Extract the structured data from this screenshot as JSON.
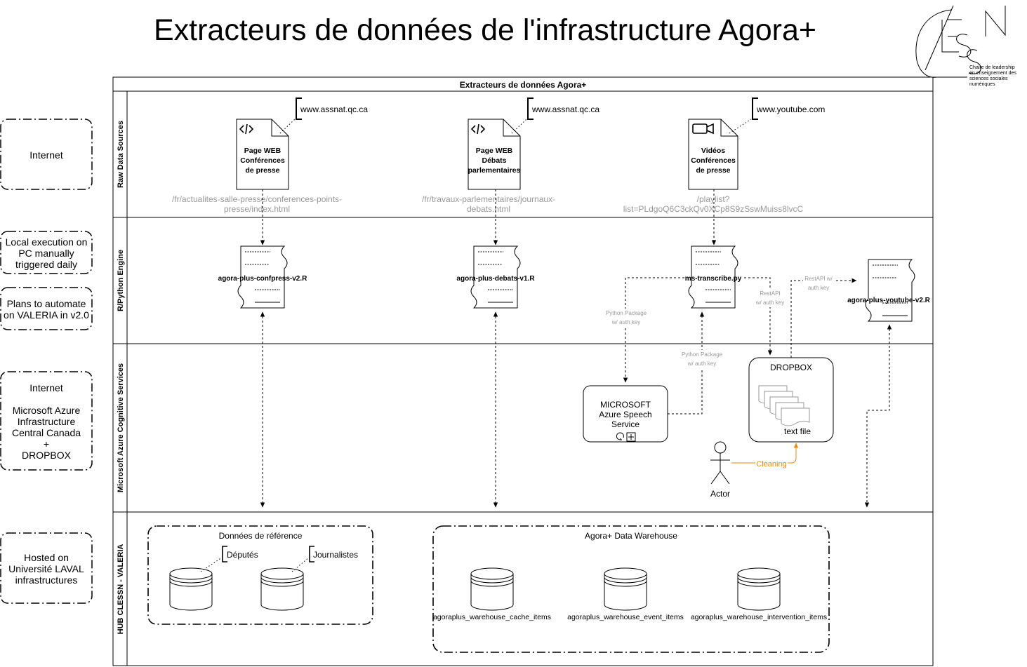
{
  "title": "Extracteurs de données de l'infrastructure Agora+",
  "logo": {
    "lettering": "CLESSN",
    "caption": [
      "Chaire de leadership",
      "en enseignement des",
      "sciences sociales",
      "numériques"
    ]
  },
  "pool": {
    "title": "Extracteurs de données Agora+"
  },
  "lanes": [
    {
      "label": "Raw Data Sources"
    },
    {
      "label": "R/Python Engine"
    },
    {
      "label": "Microsoft Azure Cognitive Services"
    },
    {
      "label": "HUB CLESSN - VALERIA"
    }
  ],
  "side_notes": [
    {
      "lines": [
        "Internet"
      ]
    },
    {
      "lines": [
        "Local execution on",
        "PC manually",
        "triggered daily"
      ]
    },
    {
      "lines": [
        "Plans to automate",
        "on VALERIA in v2.0"
      ]
    },
    {
      "lines": [
        "Internet",
        "",
        "Microsoft Azure",
        "Infrastructure",
        "Central Canada",
        "+",
        "DROPBOX"
      ]
    },
    {
      "lines": [
        "Hosted on",
        "Université LAVAL",
        "infrastructures"
      ]
    }
  ],
  "sources": [
    {
      "icon": "code-icon",
      "lines": [
        "Page WEB",
        "Conférences",
        "de presse"
      ],
      "url": "www.assnat.qc.ca",
      "path_lines": [
        "/fr/actualites-salle-presse/conferences-points-",
        "presse/index.html"
      ]
    },
    {
      "icon": "code-icon",
      "lines": [
        "Page WEB",
        "Débats",
        "parlementaires"
      ],
      "url": "www.assnat.qc.ca",
      "path_lines": [
        "/fr/travaux-parlementaires/journaux-",
        "debats.html"
      ]
    },
    {
      "icon": "video-camera-icon",
      "lines": [
        "Vidéos",
        "Conférences",
        "de presse"
      ],
      "url": "www.youtube.com",
      "path_lines": [
        "/playlist?",
        "list=PLdgoQ6C3ckQv0XCp8S9zSswMuiss8lvcC"
      ]
    }
  ],
  "scripts": [
    {
      "name": "agora-plus-confpress-v2.R"
    },
    {
      "name": "agora-plus-debats-v1.R"
    },
    {
      "name": "ms-transcribe.py"
    },
    {
      "name": "agora-plus-youtube-v2.R"
    }
  ],
  "edge_labels": {
    "python_package": [
      "Python Package",
      "w/ auth key"
    ],
    "rest_api": [
      "RestAPI",
      "w/ auth key"
    ],
    "rest_api_2": [
      "RestAPI w/",
      "auth key"
    ],
    "cleaning": "Cleaning"
  },
  "azure_speech": {
    "lines": [
      "MICROSOFT",
      "Azure Speech",
      "Service"
    ]
  },
  "dropbox": {
    "title": "DROPBOX",
    "file_label": "text file"
  },
  "actor": {
    "label": "Actor"
  },
  "reference_group": {
    "title": "Données de référence",
    "items": [
      {
        "label": "Députés"
      },
      {
        "label": "Journalistes"
      }
    ]
  },
  "warehouse_group": {
    "title": "Agora+ Data Warehouse",
    "items": [
      {
        "label": "agoraplus_warehouse_cache_items"
      },
      {
        "label": "agoraplus_warehouse_event_items"
      },
      {
        "label": "agoraplus_warehouse_intervention_items"
      }
    ]
  },
  "colors": {
    "line": "#000000",
    "muted": "#999999",
    "accent": "#f08705"
  }
}
